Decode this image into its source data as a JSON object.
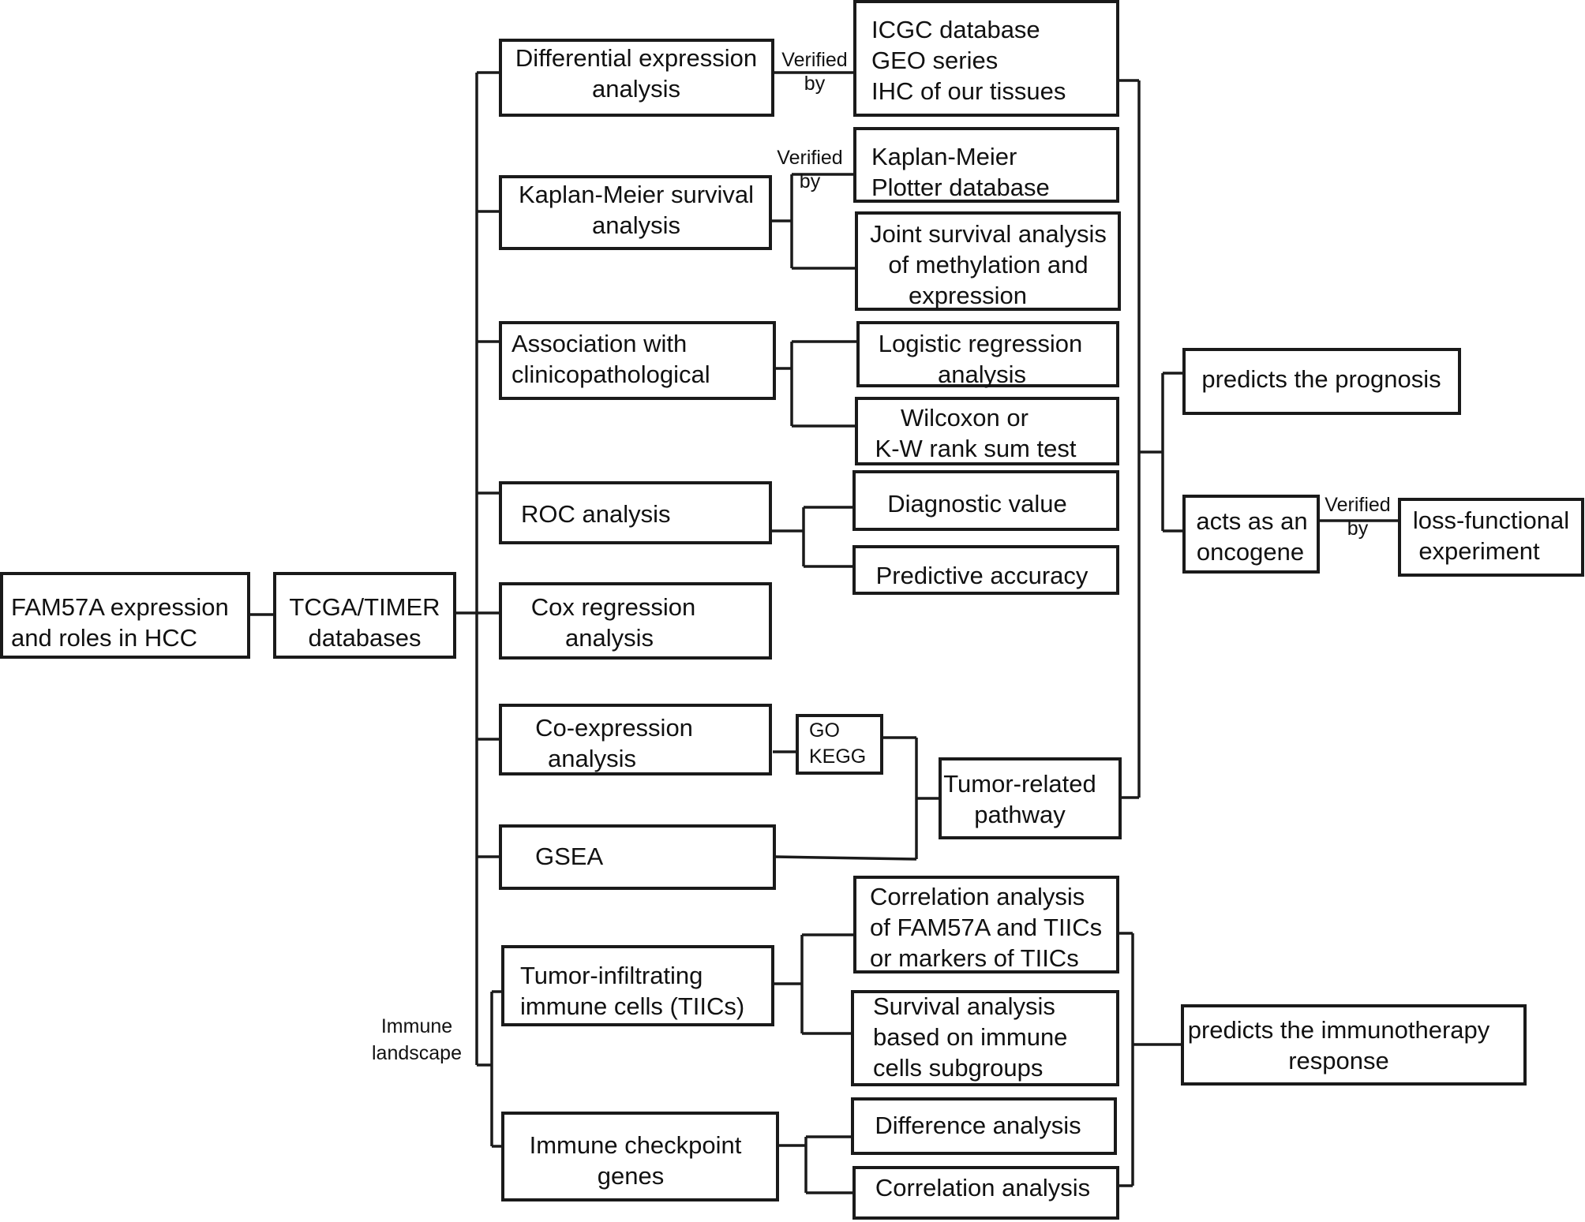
{
  "nodes": {
    "root": [
      "FAM57A expression",
      "and roles in HCC"
    ],
    "databases": [
      "TCGA/TIMER",
      "databases"
    ],
    "diff_expr": [
      "Differential expression",
      "analysis"
    ],
    "validation_sets": [
      "ICGC database",
      "GEO series",
      "IHC of our tissues"
    ],
    "km_survival": [
      "Kaplan-Meier survival",
      "analysis"
    ],
    "km_plotter": [
      "Kaplan-Meier",
      "Plotter database"
    ],
    "joint_survival": [
      "Joint survival analysis",
      "of methylation and",
      "expression"
    ],
    "clinicopathological": [
      "Association with",
      "clinicopathological"
    ],
    "logistic": [
      "Logistic regression",
      "analysis"
    ],
    "wilcoxon": [
      "Wilcoxon or",
      "K-W rank sum test"
    ],
    "roc": [
      "ROC analysis"
    ],
    "diagnostic_value": [
      "Diagnostic value"
    ],
    "predictive_accuracy": [
      "Predictive accuracy"
    ],
    "cox": [
      "Cox regression",
      "analysis"
    ],
    "coexpression": [
      "Co-expression",
      "analysis"
    ],
    "go_kegg": [
      "GO",
      "KEGG"
    ],
    "gsea": [
      "GSEA"
    ],
    "tumor_pathway": [
      "Tumor-related",
      "pathway"
    ],
    "prognosis": [
      "predicts the prognosis"
    ],
    "oncogene": [
      "acts as an",
      "oncogene"
    ],
    "loss_functional": [
      "loss-functional",
      "experiment"
    ],
    "tiics": [
      "Tumor-infiltrating",
      "immune cells (TIICs)"
    ],
    "tiic_correlation": [
      "Correlation analysis",
      "of FAM57A and TIICs",
      "or markers of TIICs"
    ],
    "tiic_survival": [
      "Survival analysis",
      "based on immune",
      "cells subgroups"
    ],
    "checkpoint": [
      "Immune checkpoint",
      "genes"
    ],
    "difference_analysis": [
      "Difference analysis"
    ],
    "correlation_analysis": [
      "Correlation analysis"
    ],
    "immunotherapy": [
      "predicts the immunotherapy",
      "response"
    ]
  },
  "edge_labels": {
    "verified_by_1": [
      "Verified",
      "by"
    ],
    "verified_by_2": [
      "Verified",
      "by"
    ],
    "verified_by_3": [
      "Verified",
      "by"
    ],
    "immune_landscape": [
      "Immune",
      "landscape"
    ]
  }
}
